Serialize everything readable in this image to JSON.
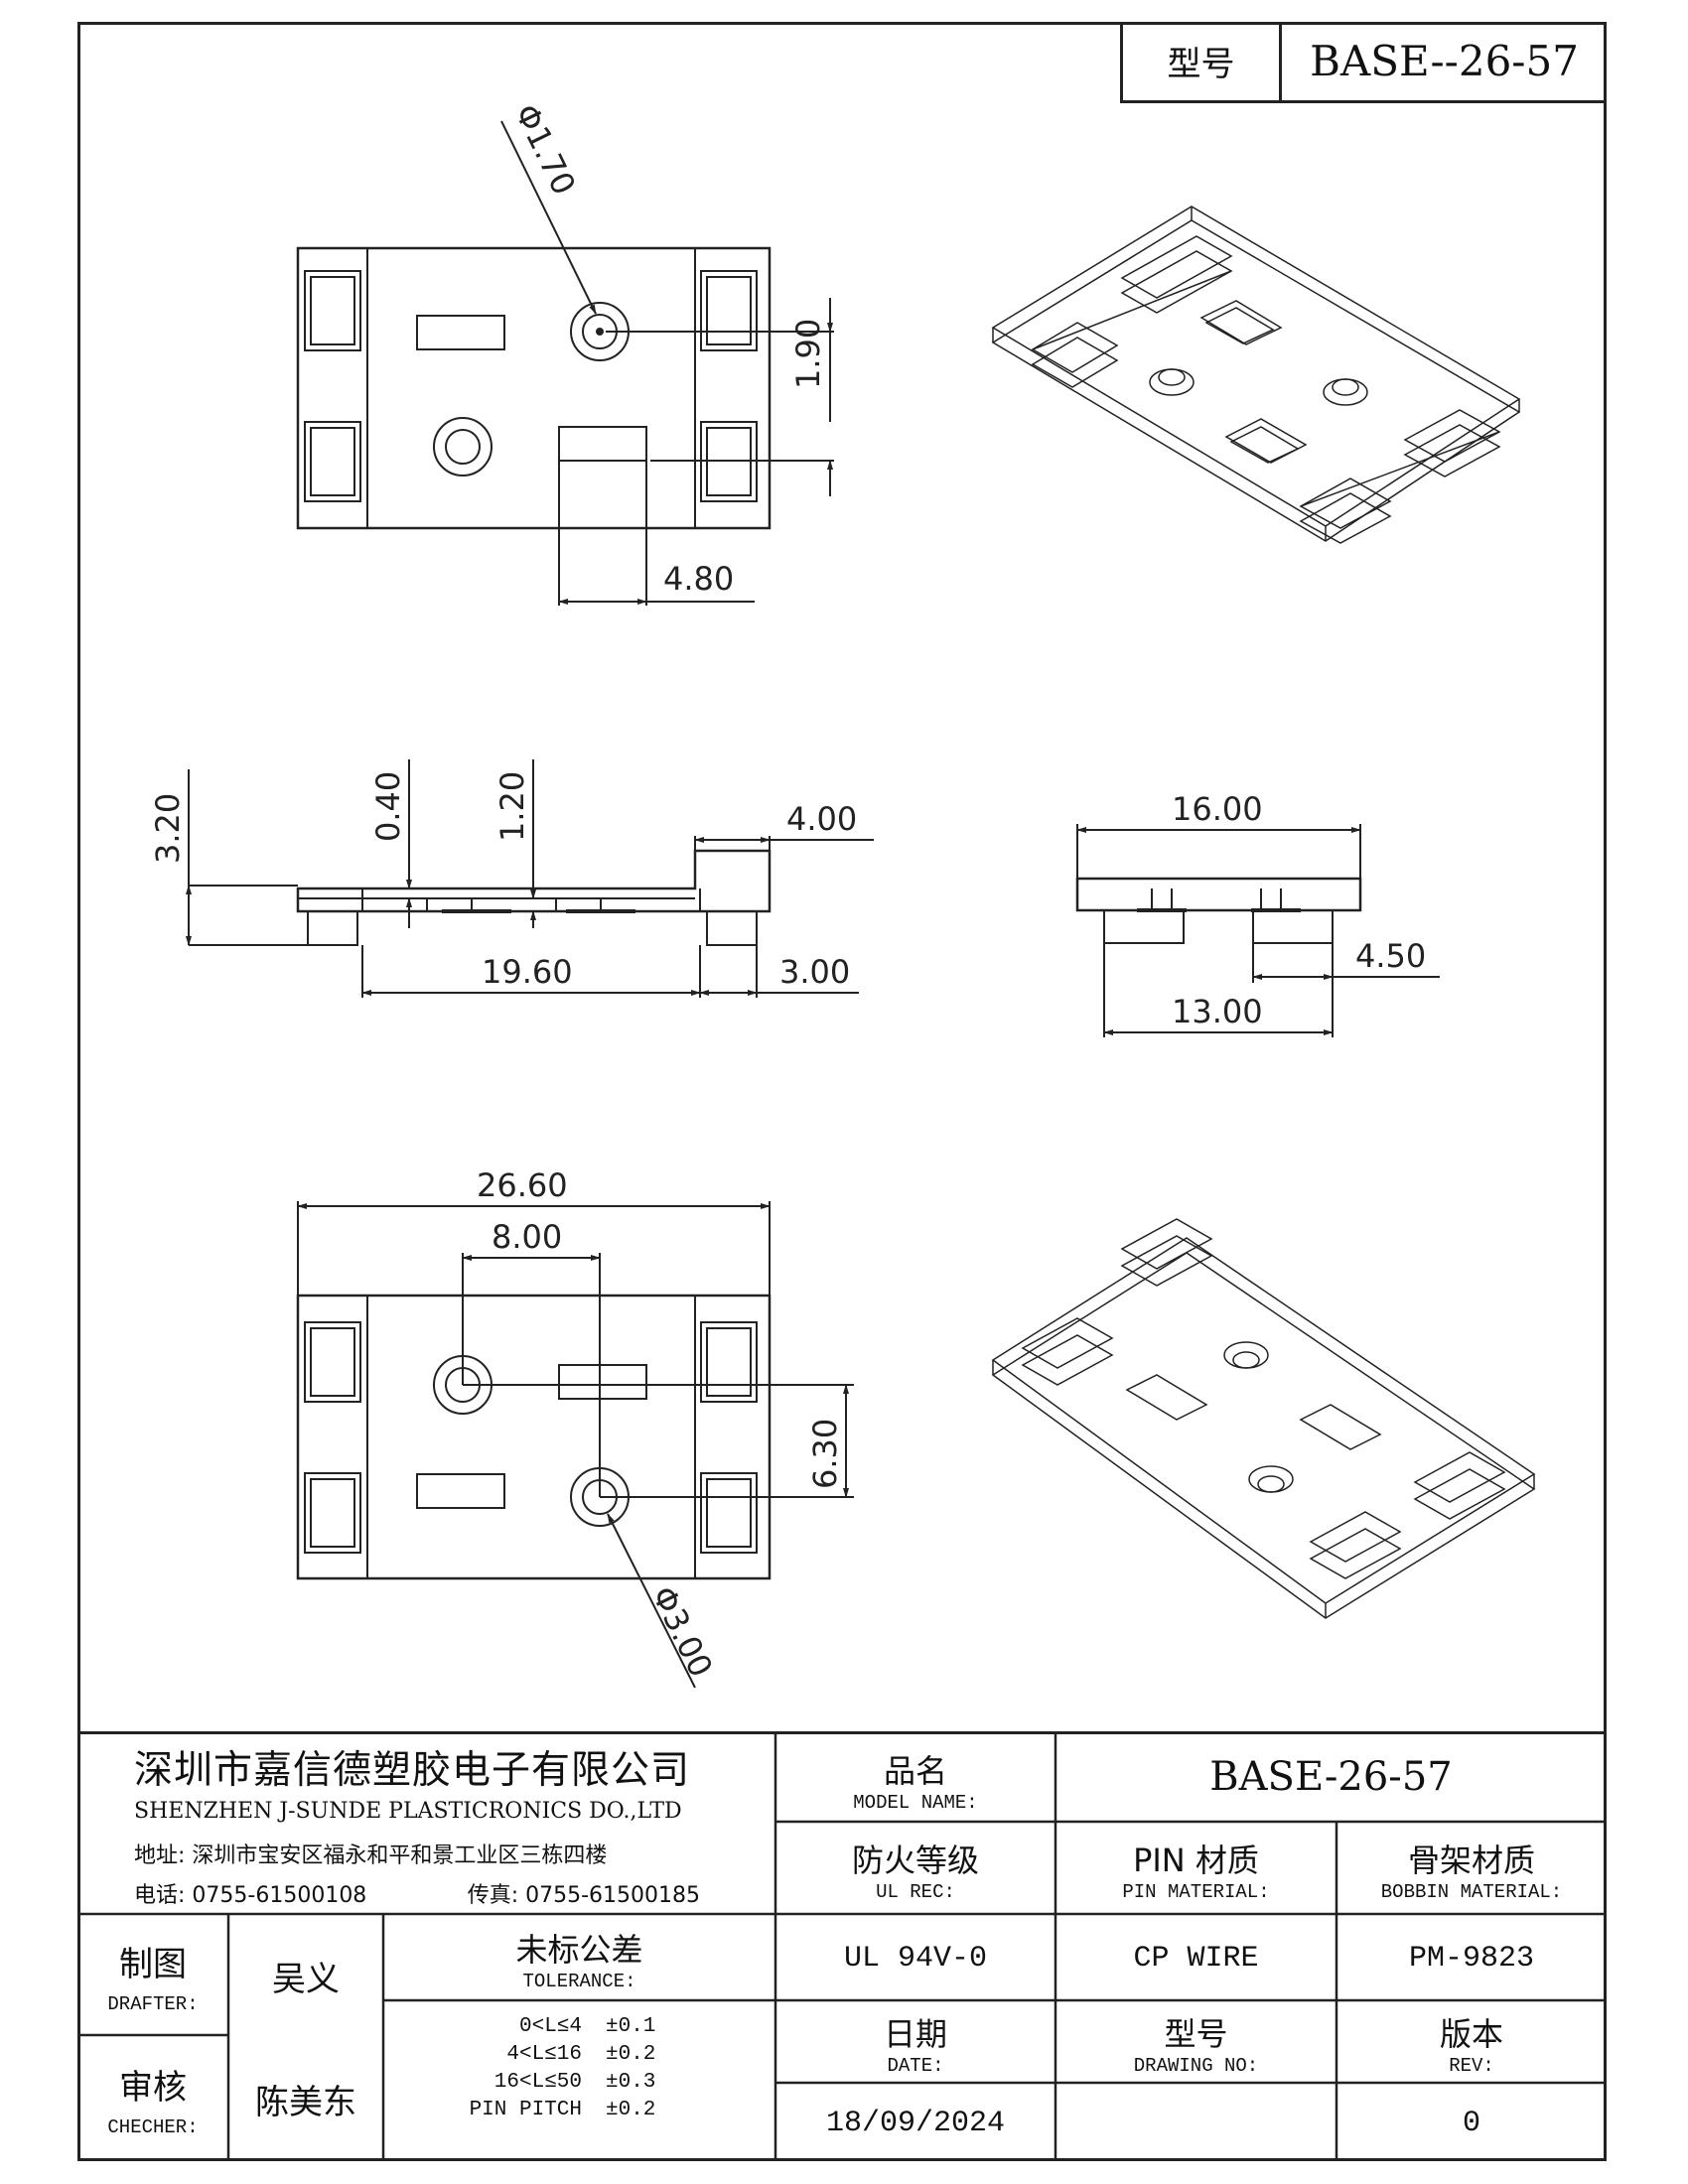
{
  "header": {
    "model_label": "型号",
    "model_value": "BASE--26-57"
  },
  "dimensions": {
    "d_hole_small": "Φ1.70",
    "d_hole_large": "Φ3.00",
    "v_190": "1.90",
    "h_480": "4.80",
    "v_320": "3.20",
    "v_040": "0.40",
    "v_120": "1.20",
    "h_400": "4.00",
    "h_1960": "19.60",
    "h_300": "3.00",
    "h_1600": "16.00",
    "h_450": "4.50",
    "h_1300": "13.00",
    "h_2660": "26.60",
    "h_800": "8.00",
    "v_630": "6.30"
  },
  "company": {
    "name_zh": "深圳市嘉信德塑胶电子有限公司",
    "name_en": "SHENZHEN J-SUNDE PLASTICRONICS DO.,LTD",
    "address": "地址: 深圳市宝安区福永和平和景工业区三栋四楼",
    "tel": "电话: 0755-61500108",
    "fax": "传真: 0755-61500185"
  },
  "title_block": {
    "model_name_zh": "品名",
    "model_name_en": "MODEL NAME:",
    "model_name_value": "BASE-26-57",
    "ul_zh": "防火等级",
    "ul_en": "UL REC:",
    "ul_value": "UL 94V-0",
    "pin_zh": "PIN 材质",
    "pin_en": "PIN MATERIAL:",
    "pin_value": "CP WIRE",
    "bobbin_zh": "骨架材质",
    "bobbin_en": "BOBBIN MATERIAL:",
    "bobbin_value": "PM-9823",
    "drafter_zh": "制图",
    "drafter_en": "DRAFTER:",
    "drafter_value": "吴义",
    "checker_zh": "审核",
    "checker_en": "CHECHER:",
    "checker_value": "陈美东",
    "tolerance_zh": "未标公差",
    "tolerance_en": "TOLERANCE:",
    "tolerances": [
      {
        "range": "0<L≤4",
        "value": "±0.1"
      },
      {
        "range": "4<L≤16",
        "value": "±0.2"
      },
      {
        "range": "16<L≤50",
        "value": "±0.3"
      },
      {
        "range": "PIN PITCH",
        "value": "±0.2"
      }
    ],
    "date_zh": "日期",
    "date_en": "DATE:",
    "date_value": "18/09/2024",
    "drawing_zh": "型号",
    "drawing_en": "DRAWING NO:",
    "drawing_value": "",
    "rev_zh": "版本",
    "rev_en": "REV:",
    "rev_value": "0"
  }
}
